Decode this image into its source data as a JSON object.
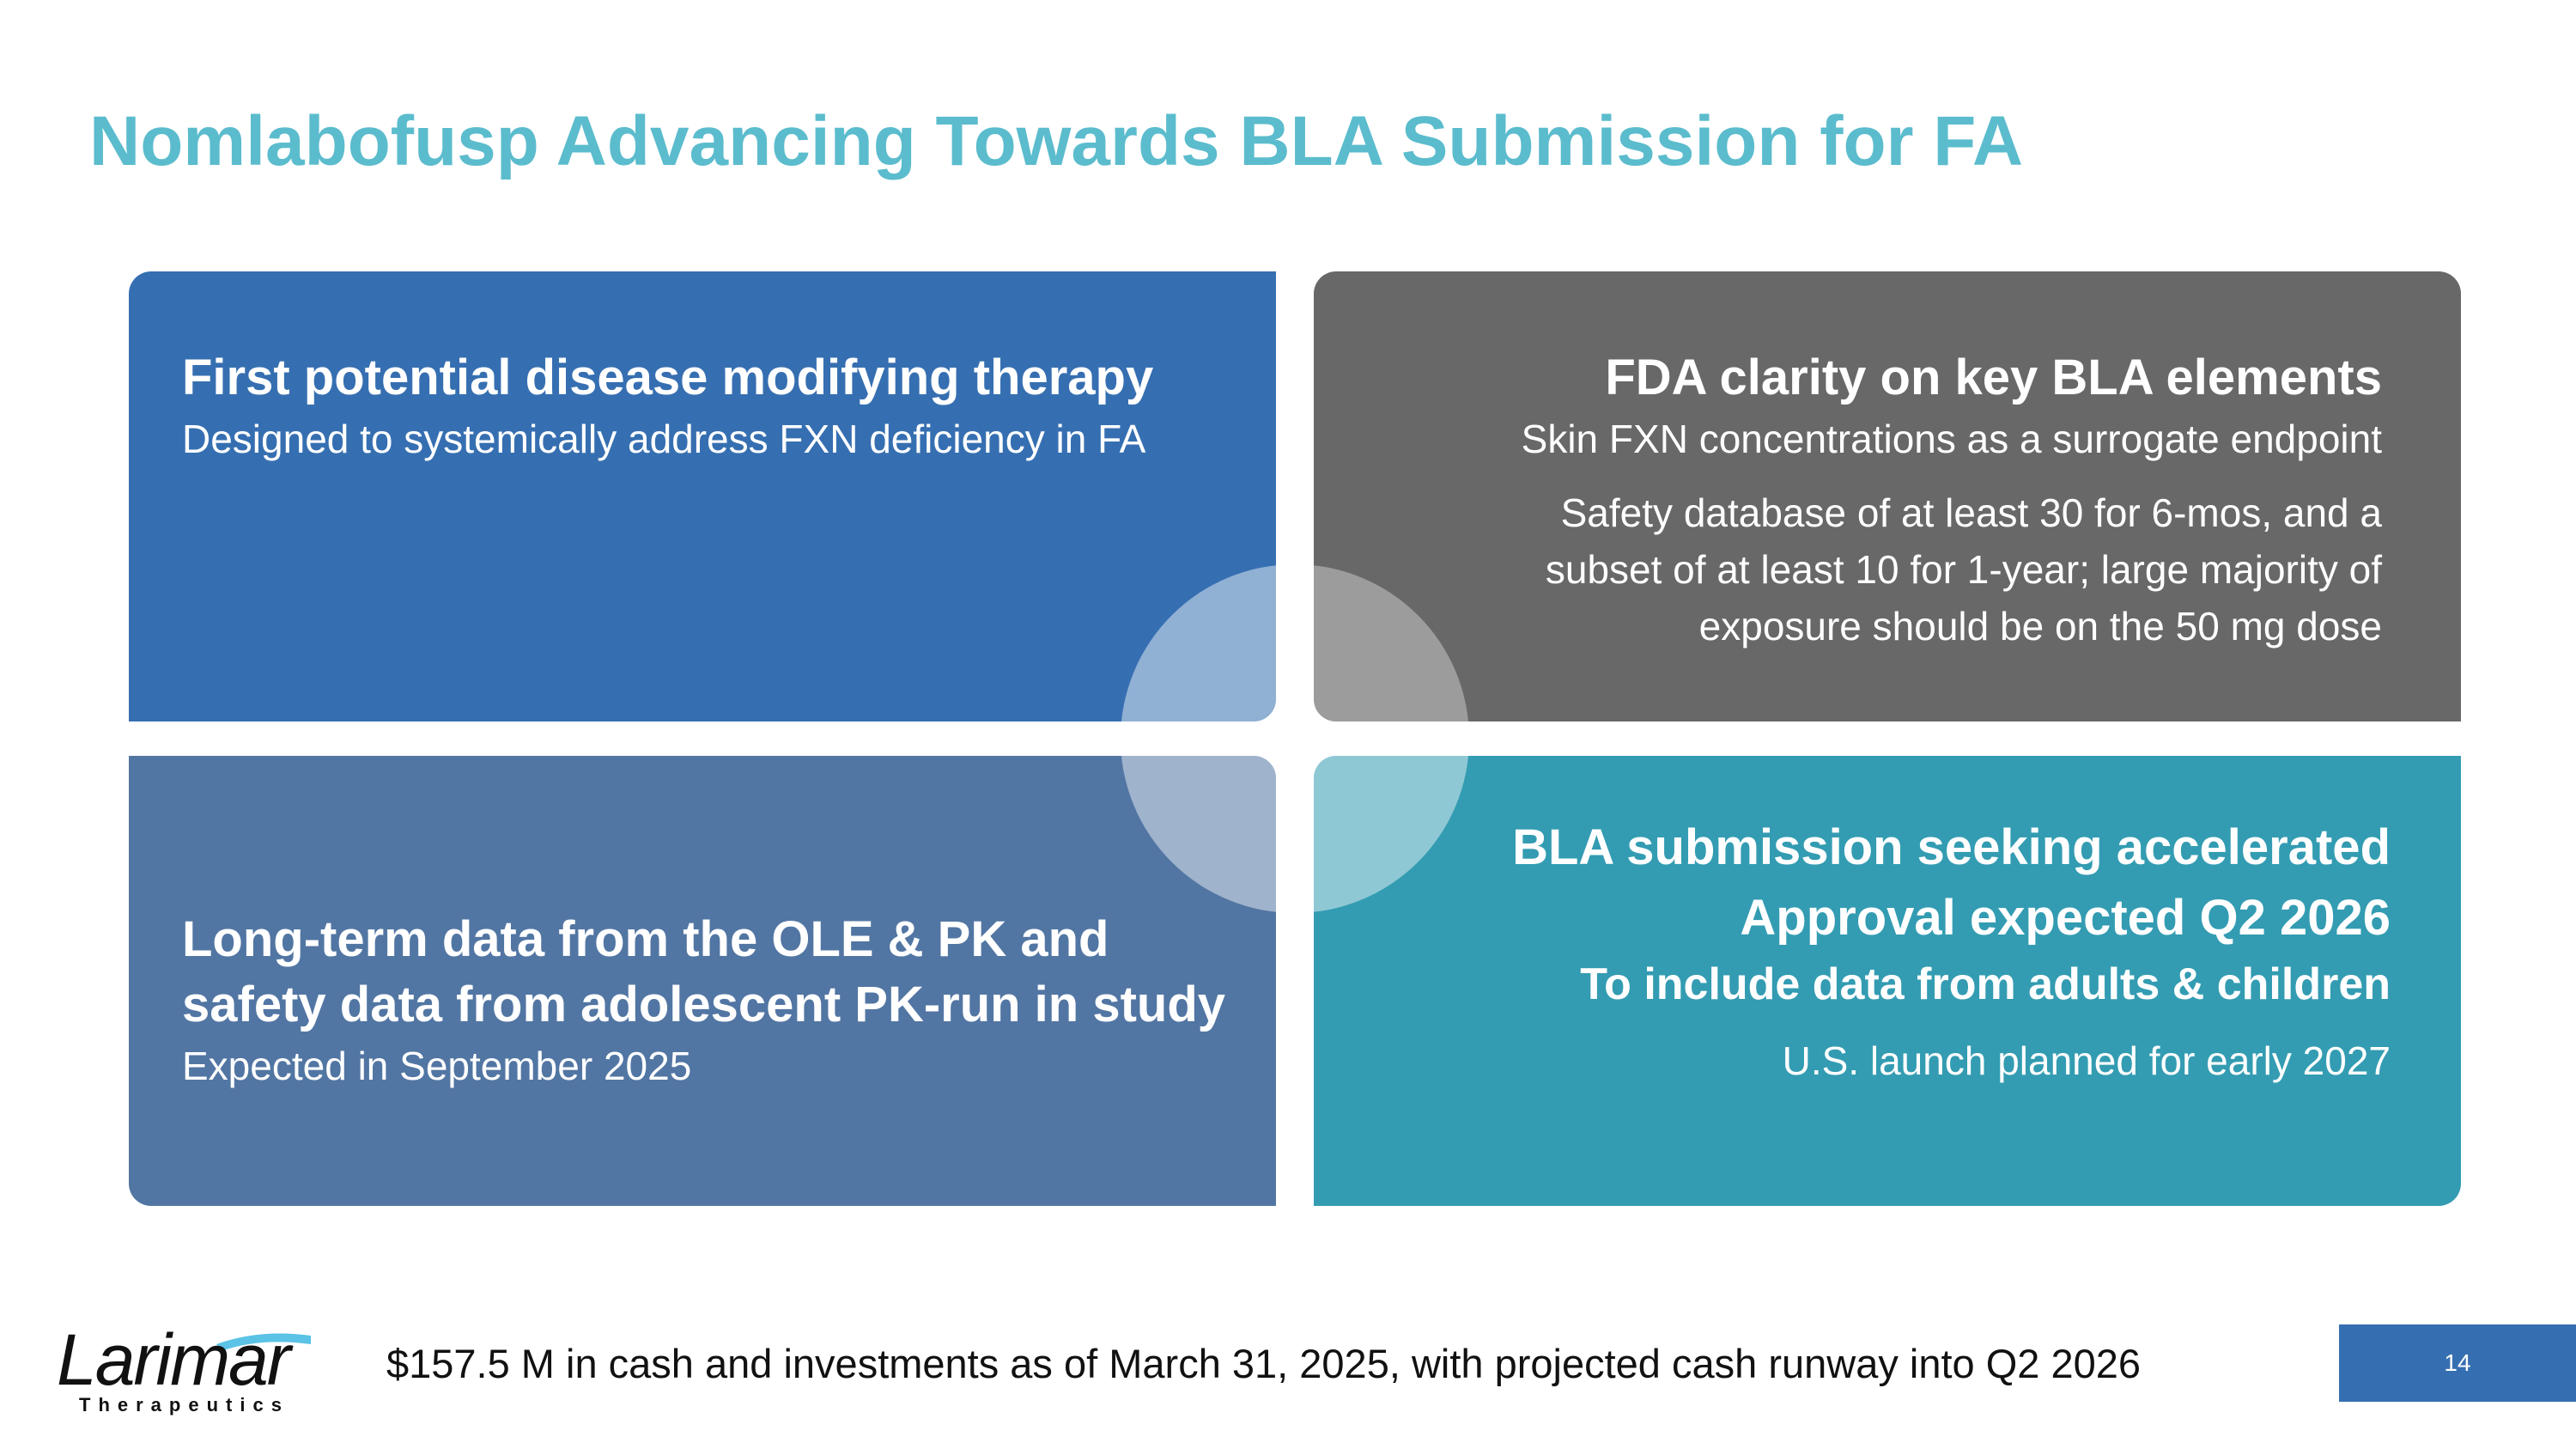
{
  "title": "Nomlabofusp Advancing Towards BLA Submission for FA",
  "panels": {
    "top_left": {
      "heading": "First potential disease modifying therapy",
      "body": "Designed to systemically address FXN deficiency in FA"
    },
    "top_right": {
      "heading": "FDA clarity on key BLA elements",
      "body": "Skin FXN concentrations as a surrogate endpoint",
      "body2_lines": [
        "Safety database of at least 30 for 6-mos, and a",
        "subset of at least 10 for 1-year; large majority of",
        "exposure should be on the 50 mg dose"
      ]
    },
    "bottom_left": {
      "heading_lines": [
        "Long-term data from the OLE & PK and",
        "safety data from adolescent PK-run in study"
      ],
      "body": "Expected in September 2025"
    },
    "bottom_right": {
      "heading_lines": [
        "BLA submission seeking accelerated",
        "Approval expected Q2 2026"
      ],
      "subheading": "To include data from adults & children",
      "body": "U.S. launch planned for early 2027"
    }
  },
  "footer": {
    "logo_name": "Larimar",
    "logo_tagline": "Therapeutics",
    "text": "$157.5 M in cash and investments as of March 31, 2025, with projected cash runway into Q2 2026",
    "page_number": "14"
  },
  "colors": {
    "title": "#5bbccd",
    "panel_top_left": "#366fb1",
    "panel_top_right": "#686868",
    "panel_bottom_left": "#5276a3",
    "panel_bottom_right": "#339cb2"
  }
}
